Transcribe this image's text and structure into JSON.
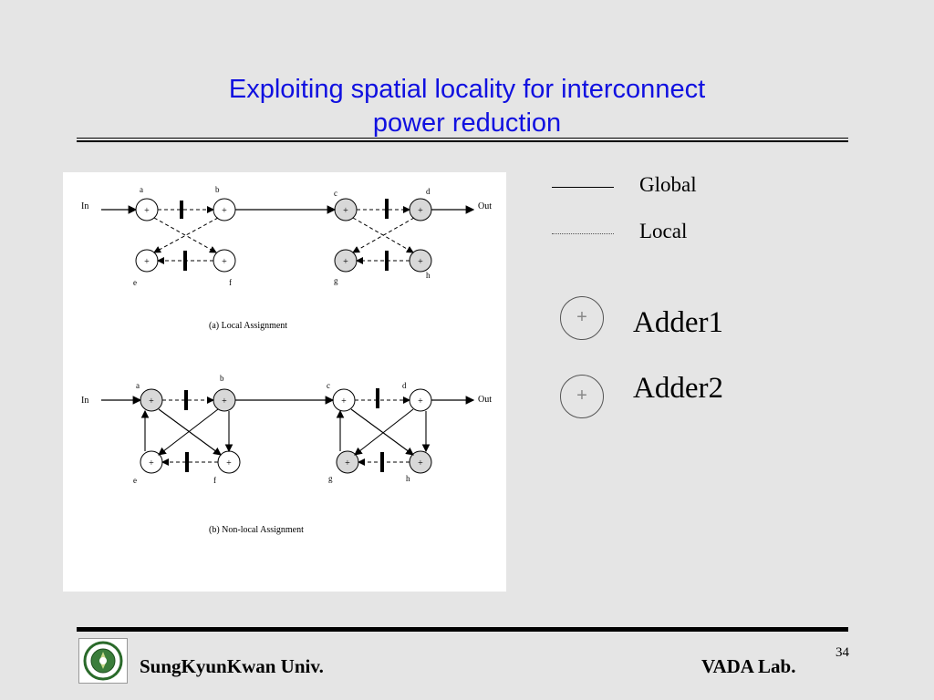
{
  "slide": {
    "title_line1": "Exploiting spatial locality for interconnect",
    "title_line2": "power  reduction",
    "page_number": "34"
  },
  "legend": {
    "global_label": "Global",
    "local_label": "Local"
  },
  "adders": {
    "adder1_label": "Adder1",
    "adder2_label": "Adder2",
    "symbol": "+"
  },
  "figure": {
    "in_label": "In",
    "out_label": "Out",
    "node_symbol": "+",
    "panel_a": {
      "caption": "(a)  Local  Assignment",
      "node_letters": [
        "a",
        "b",
        "c",
        "d",
        "e",
        "f",
        "g",
        "h"
      ]
    },
    "panel_b": {
      "caption": "(b) Non-local Assignment",
      "node_letters": [
        "a",
        "b",
        "c",
        "d",
        "e",
        "f",
        "g",
        "h"
      ]
    }
  },
  "footer": {
    "university": "SungKyunKwan Univ.",
    "lab": "VADA Lab."
  },
  "colors": {
    "title": "#1010e0",
    "background": "#e5e5e5",
    "adder2_fill": "#c8c8c8"
  }
}
